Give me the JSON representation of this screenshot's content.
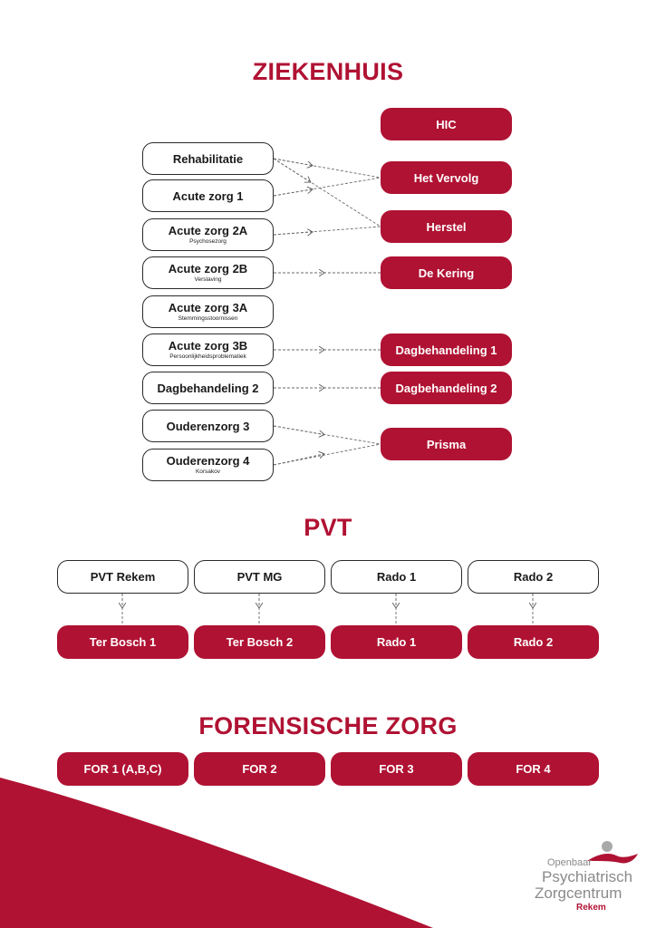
{
  "colors": {
    "accent": "#b01233",
    "outline": "#2a2a2a",
    "text": "#1a1a1a",
    "logo_gray": "#8a8a8a"
  },
  "ziekenhuis": {
    "title": "ZIEKENHUIS",
    "left": [
      {
        "label": "Rehabilitatie",
        "sub": ""
      },
      {
        "label": "Acute zorg 1",
        "sub": ""
      },
      {
        "label": "Acute zorg 2A",
        "sub": "Psychosezorg"
      },
      {
        "label": "Acute zorg 2B",
        "sub": "Verslaving"
      },
      {
        "label": "Acute zorg 3A",
        "sub": "Stemmingsstoornissen"
      },
      {
        "label": "Acute zorg 3B",
        "sub": "Persoonlijkheidsproblematiek"
      },
      {
        "label": "Dagbehandeling 2",
        "sub": ""
      },
      {
        "label": "Ouderenzorg 3",
        "sub": ""
      },
      {
        "label": "Ouderenzorg 4",
        "sub": "Korsakov"
      }
    ],
    "right": [
      {
        "label": "HIC"
      },
      {
        "label": "Het Vervolg"
      },
      {
        "label": "Herstel"
      },
      {
        "label": "De Kering"
      },
      {
        "label": "Dagbehandeling 1"
      },
      {
        "label": "Dagbehandeling 2"
      },
      {
        "label": "Prisma"
      }
    ],
    "connections": [
      [
        "Rehabilitatie",
        "Het Vervolg"
      ],
      [
        "Rehabilitatie",
        "Herstel"
      ],
      [
        "Acute zorg 1",
        "Het Vervolg"
      ],
      [
        "Acute zorg 2A",
        "Herstel"
      ],
      [
        "Acute zorg 2B",
        "De Kering"
      ],
      [
        "Acute zorg 3B",
        "Dagbehandeling 1"
      ],
      [
        "Dagbehandeling 2",
        "Dagbehandeling 2"
      ],
      [
        "Ouderenzorg 3",
        "Prisma"
      ],
      [
        "Ouderenzorg 4",
        "Prisma"
      ]
    ]
  },
  "pvt": {
    "title": "PVT",
    "top": [
      "PVT Rekem",
      "PVT MG",
      "Rado 1",
      "Rado 2"
    ],
    "bottom": [
      "Ter Bosch 1",
      "Ter Bosch 2",
      "Rado 1",
      "Rado 2"
    ]
  },
  "forensische": {
    "title": "FORENSISCHE ZORG",
    "items": [
      "FOR 1 (A,B,C)",
      "FOR 2",
      "FOR 3",
      "FOR 4"
    ]
  },
  "logo": {
    "line1": "Openbaar",
    "line2": "Psychiatrisch",
    "line3": "Zorgcentrum",
    "line4": "Rekem"
  }
}
